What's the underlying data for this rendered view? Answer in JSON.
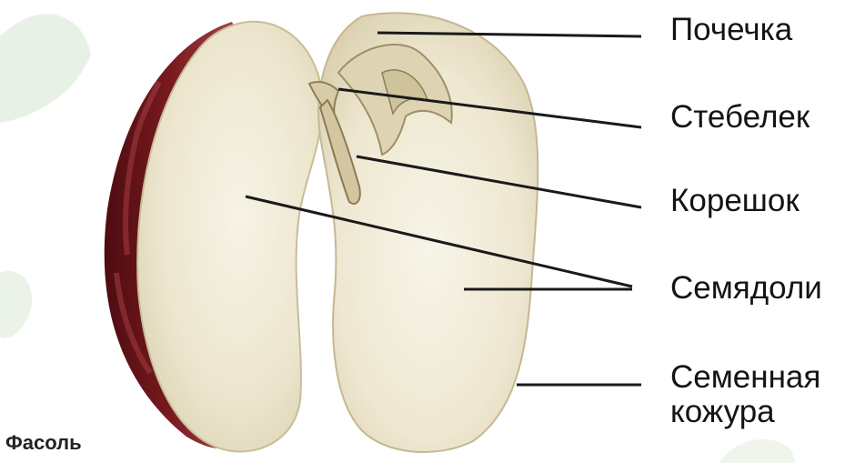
{
  "labels": {
    "bud": "Почечка",
    "stem": "Стебелек",
    "root": "Корешок",
    "cotyledons": "Семядоли",
    "seed_coat": "Семенная кожура"
  },
  "seed_name": "Фасоль",
  "colors": {
    "cotyledon_fill": "#efe9d4",
    "seed_coat": "#6b1418",
    "leader_line": "#1a1a1a",
    "background_leaf": "#e3efe1"
  }
}
